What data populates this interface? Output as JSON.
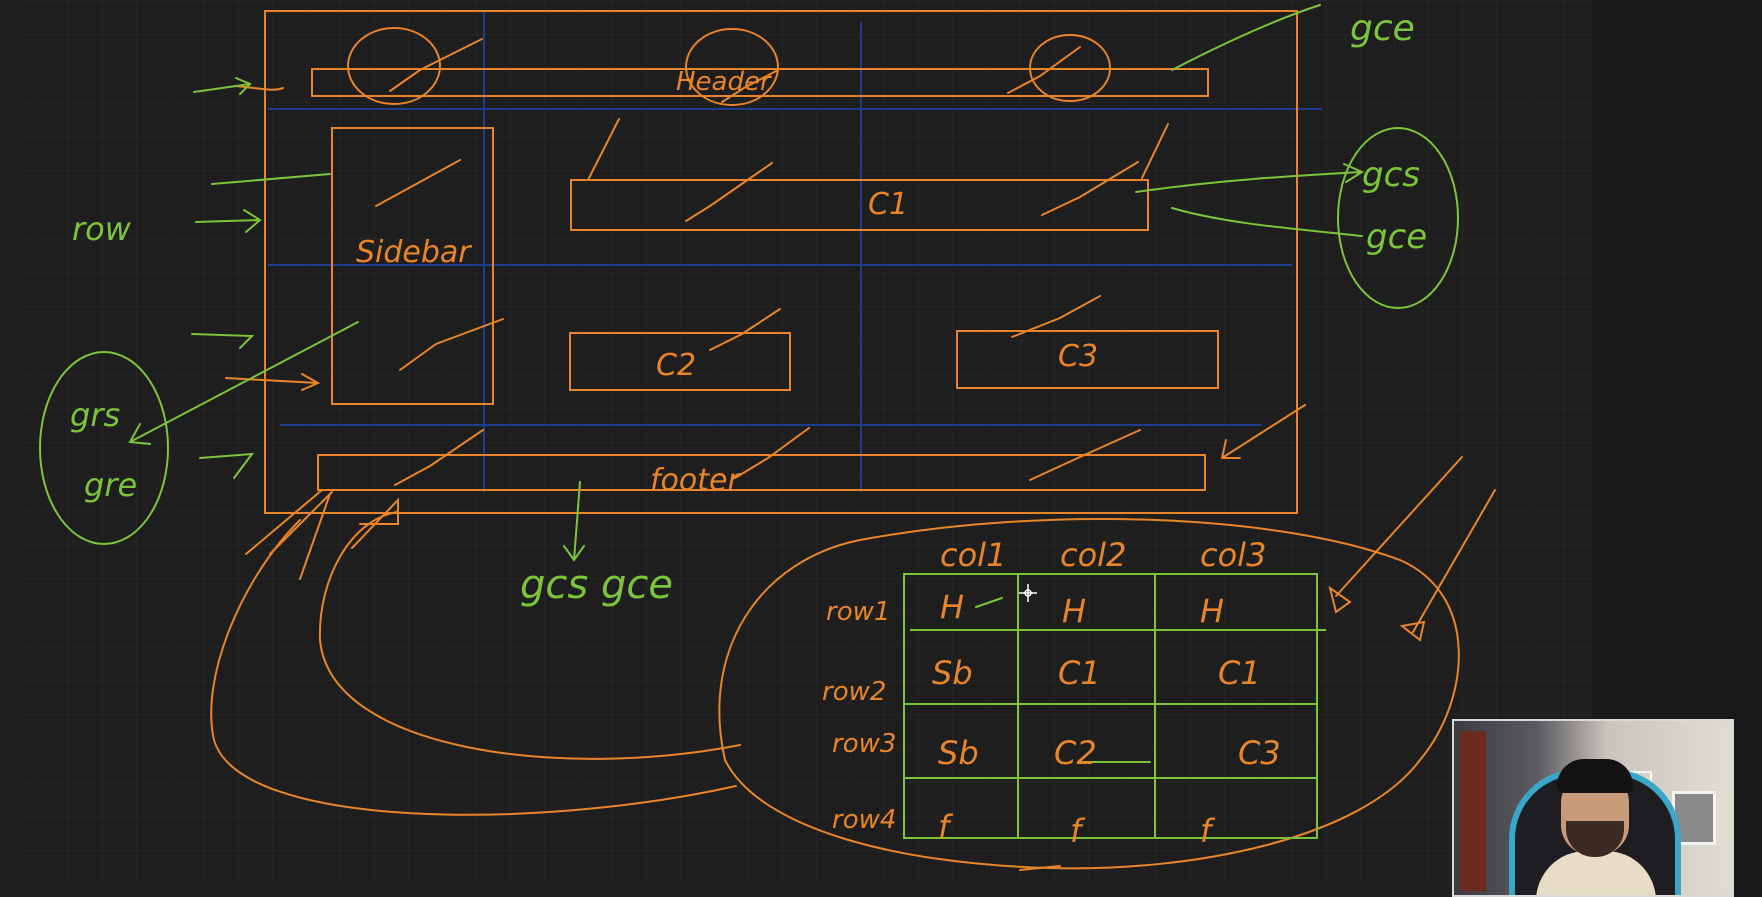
{
  "colors": {
    "background": "#1c1c1c",
    "grid": "#2c2c2c",
    "orange": "#e8852a",
    "green": "#7cc43a",
    "blue": "#1e3d8f",
    "cursor": "#ffffff"
  },
  "layout_sketch": {
    "header_label": "Header",
    "sidebar_label": "Sidebar",
    "c1_label": "C1",
    "c2_label": "C2",
    "c3_label": "C3",
    "footer_label": "footer"
  },
  "annotations": {
    "top_right": "gce",
    "right_oval": [
      "gcs",
      "gce"
    ],
    "left_oval": [
      "grs",
      "gre"
    ],
    "row_note": "row",
    "below_footer": "gcs  gce"
  },
  "grid_table": {
    "col_headers": [
      "col1",
      "col2",
      "col3"
    ],
    "row_headers": [
      "row1",
      "row2",
      "row3",
      "row4"
    ],
    "cells": [
      [
        "H",
        "H",
        "H"
      ],
      [
        "Sb",
        "C1",
        "C1"
      ],
      [
        "Sb",
        "C2",
        "C3"
      ],
      [
        "f",
        "f",
        "f"
      ]
    ]
  },
  "webcam": {
    "icon": "presenter-webcam"
  }
}
